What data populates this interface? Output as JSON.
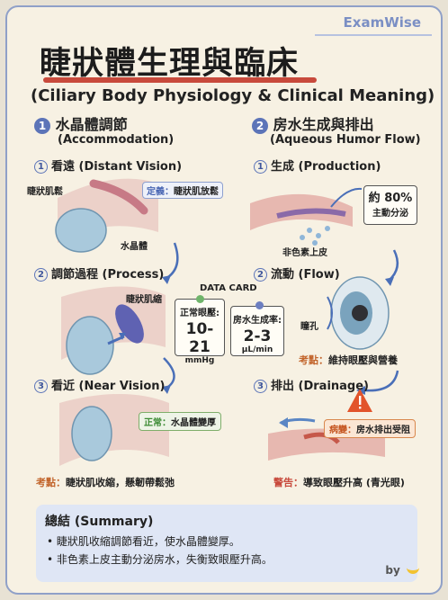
{
  "brand": "ExamWise",
  "title": "睫狀體生理與臨床",
  "subtitle": "(Ciliary Body Physiology & Clinical Meaning)",
  "left": {
    "num": "1",
    "title": "水晶體調節",
    "subtitle": "(Accommodation)",
    "steps": [
      {
        "num": "1",
        "label": "看遠 (Distant Vision)"
      },
      {
        "num": "2",
        "label": "調節過程 (Process)"
      },
      {
        "num": "3",
        "label": "看近 (Near Vision)"
      }
    ],
    "labels": {
      "muscle_relax": "睫狀肌鬆",
      "lens": "水晶體",
      "muscle_contract": "睫狀肌縮"
    },
    "definition_key": "定義：",
    "definition_val": "睫狀肌放鬆",
    "normal_key": "正常：",
    "normal_val": "水晶體變厚",
    "exam_key": "考點：",
    "exam_val": "睫狀肌收縮，懸韌帶鬆弛"
  },
  "right": {
    "num": "2",
    "title": "房水生成與排出",
    "subtitle": "(Aqueous Humor Flow)",
    "steps": [
      {
        "num": "1",
        "label": "生成 (Production)"
      },
      {
        "num": "2",
        "label": "流動 (Flow)"
      },
      {
        "num": "3",
        "label": "排出 (Drainage)"
      }
    ],
    "labels": {
      "epithelium": "非色素上皮",
      "pupil": "瞳孔"
    },
    "approx": "約",
    "percent": "80%",
    "active": "主動分泌",
    "exam_key": "考點：",
    "exam_val": "維持眼壓與營養",
    "lesion_key": "病變：",
    "lesion_val": "房水排出受阻",
    "warn_key": "警告：",
    "warn_val": "導致眼壓升高 (青光眼)"
  },
  "data_card": {
    "title": "DATA CARD",
    "pressure_label": "正常眼壓:",
    "pressure_value": "10-21",
    "pressure_unit": "mmHg",
    "rate_label": "房水生成率:",
    "rate_value": "2-3",
    "rate_unit": "µL/min"
  },
  "summary": {
    "title": "總結 (Summary)",
    "items": [
      "• 睫狀肌收縮調節看近，使水晶體變厚。",
      "• 非色素上皮主動分泌房水，失衡致眼壓升高。"
    ]
  },
  "signature": "by",
  "colors": {
    "accent": "#5c74b8",
    "title_underline": "#c84a3c",
    "exam": "#c2642b",
    "green": "#3b8a33",
    "warning": "#e2542b"
  }
}
